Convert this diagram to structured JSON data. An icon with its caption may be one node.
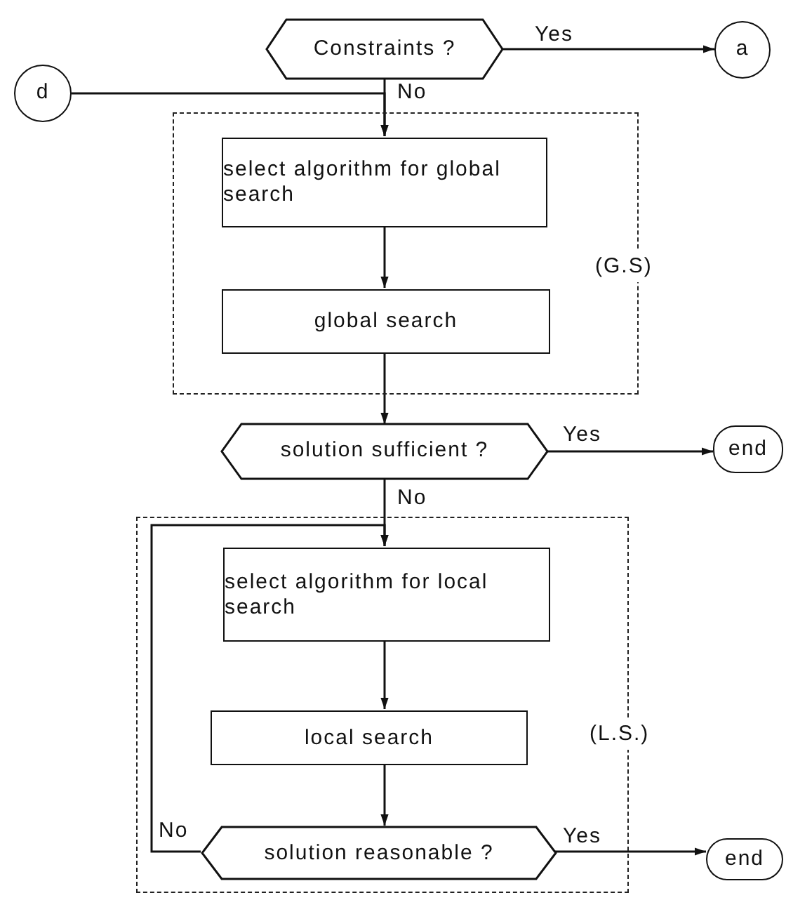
{
  "diagram": {
    "nodes": [
      {
        "text": [
          "Constraints ?"
        ]
      },
      {
        "text": [
          "a"
        ]
      },
      {
        "text": [
          "d"
        ]
      },
      {
        "text": [
          "(G.S)"
        ]
      },
      {
        "text": [
          "select algorithm for global search"
        ],
        "in": 3
      },
      {
        "text": [
          "global search"
        ],
        "in": 3
      },
      {
        "text": [
          "solution sufficient ?"
        ]
      },
      {
        "text": [
          "end"
        ]
      },
      {
        "text": [
          "(L.S.)"
        ]
      },
      {
        "text": [
          "select algorithm for local search"
        ],
        "in": 8
      },
      {
        "text": [
          "local search"
        ],
        "in": 8
      },
      {
        "text": [
          "solution reasonable ?"
        ],
        "in": 8
      },
      {
        "text": [
          "end"
        ]
      }
    ],
    "edges": [
      {
        "from": 0,
        "to": 1,
        "arrow": "to",
        "label": "Yes"
      },
      {
        "from": 0,
        "to": 4,
        "arrow": "to",
        "label": "No"
      },
      {
        "from": 2,
        "to": 4,
        "arrow": "to"
      },
      {
        "from": 4,
        "to": 5,
        "arrow": "to"
      },
      {
        "from": 5,
        "to": 6,
        "arrow": "to"
      },
      {
        "from": 6,
        "to": 7,
        "arrow": "to",
        "label": "Yes"
      },
      {
        "from": 6,
        "to": 9,
        "arrow": "to",
        "label": "No"
      },
      {
        "from": 9,
        "to": 10,
        "arrow": "to"
      },
      {
        "from": 10,
        "to": 11,
        "arrow": "to"
      },
      {
        "from": 11,
        "to": 12,
        "arrow": "to",
        "label": "Yes"
      },
      {
        "from": 11,
        "to": 9,
        "arrow": "to",
        "label": "No"
      }
    ]
  }
}
